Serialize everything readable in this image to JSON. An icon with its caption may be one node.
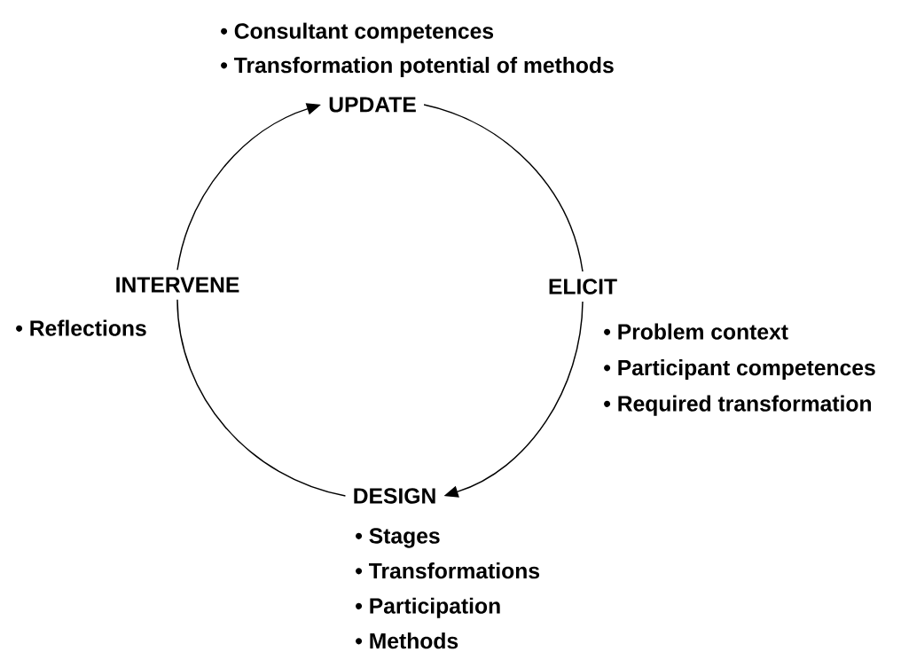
{
  "diagram": {
    "nodes": [
      {
        "text": [
          "UPDATE"
        ],
        "beside": [
          "• Consultant competences",
          "• Transformation potential of methods"
        ]
      },
      {
        "text": [
          "INTERVENE"
        ],
        "beside": [
          "• Reflections"
        ]
      },
      {
        "text": [
          "ELICIT"
        ],
        "beside": [
          "• Problem context",
          "• Participant competences",
          "• Required transformation"
        ]
      },
      {
        "text": [
          "DESIGN"
        ],
        "beside": [
          "• Stages",
          "• Transformations",
          "• Participation",
          "• Methods"
        ]
      }
    ],
    "edges": [
      {
        "from": 1,
        "to": 0,
        "arrow": "to"
      },
      {
        "from": 0,
        "to": 2,
        "arrow": "none"
      },
      {
        "from": 2,
        "to": 3,
        "arrow": "to"
      },
      {
        "from": 3,
        "to": 1,
        "arrow": "none"
      }
    ]
  }
}
